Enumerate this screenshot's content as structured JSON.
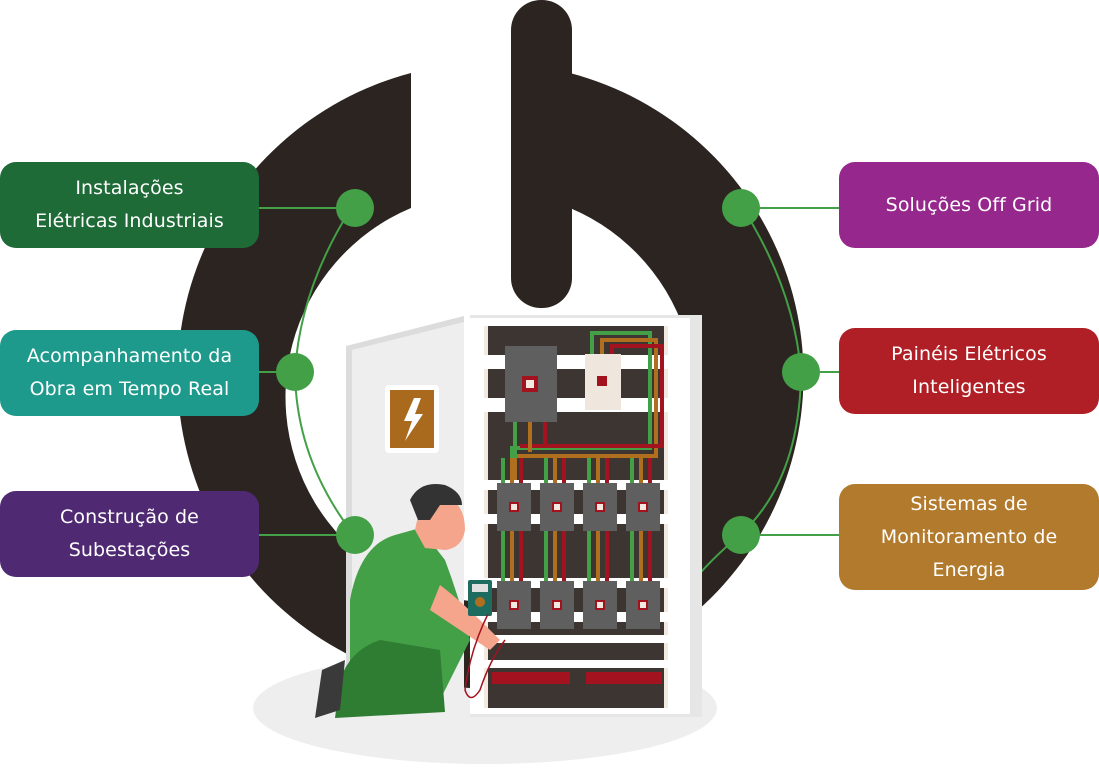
{
  "diagram": {
    "central_symbol": "power-button-icon",
    "illustration": "electrician-testing-electrical-panel",
    "panel_sign_icon": "lightning-bolt-icon",
    "colors": {
      "ring": "#2b2421",
      "connector": "#43a047",
      "node": "#43a047"
    },
    "left_items": [
      {
        "label": "Instalações\nElétricas Industriais",
        "color": "#1e6b37"
      },
      {
        "label": "Acompanhamento da\nObra em Tempo Real",
        "color": "#1e9a8c"
      },
      {
        "label": "Construção de\nSubestações",
        "color": "#4f2a73"
      }
    ],
    "right_items": [
      {
        "label": "Soluções Off Grid",
        "color": "#96278c"
      },
      {
        "label": "Painéis Elétricos\nInteligentes",
        "color": "#b01f26"
      },
      {
        "label": "Sistemas de\nMonitoramento de\nEnergia",
        "color": "#b27a2c"
      }
    ]
  }
}
